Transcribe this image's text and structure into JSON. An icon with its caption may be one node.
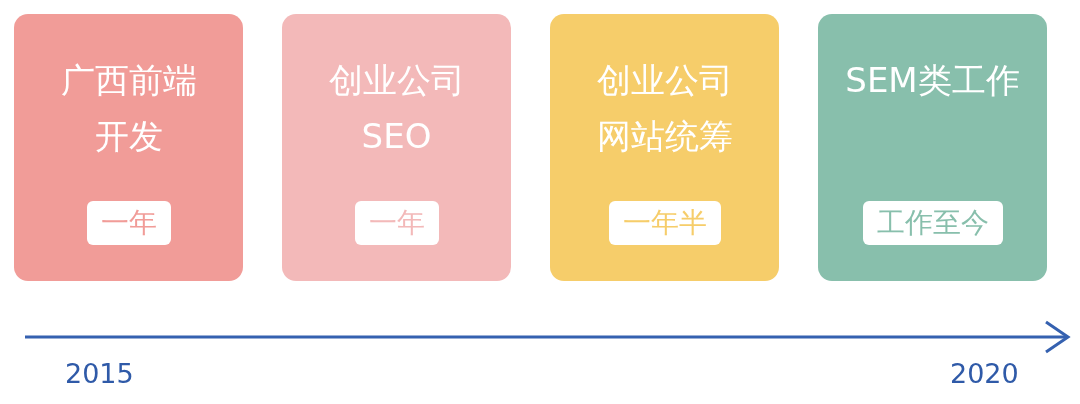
{
  "diagram": {
    "nodes": [
      {
        "text": [
          "广西前端开发"
        ]
      },
      {
        "text": [
          "一年"
        ],
        "in": 0
      },
      {
        "text": [
          "创业公司SEO"
        ]
      },
      {
        "text": [
          "一年"
        ],
        "in": 2
      },
      {
        "text": [
          "创业公司网站统筹"
        ]
      },
      {
        "text": [
          "一年半"
        ],
        "in": 4
      },
      {
        "text": [
          "SEM类工作"
        ]
      },
      {
        "text": [
          "工作至今"
        ],
        "in": 6
      }
    ],
    "edges": [],
    "labels": [
      "2015",
      "2020"
    ]
  }
}
